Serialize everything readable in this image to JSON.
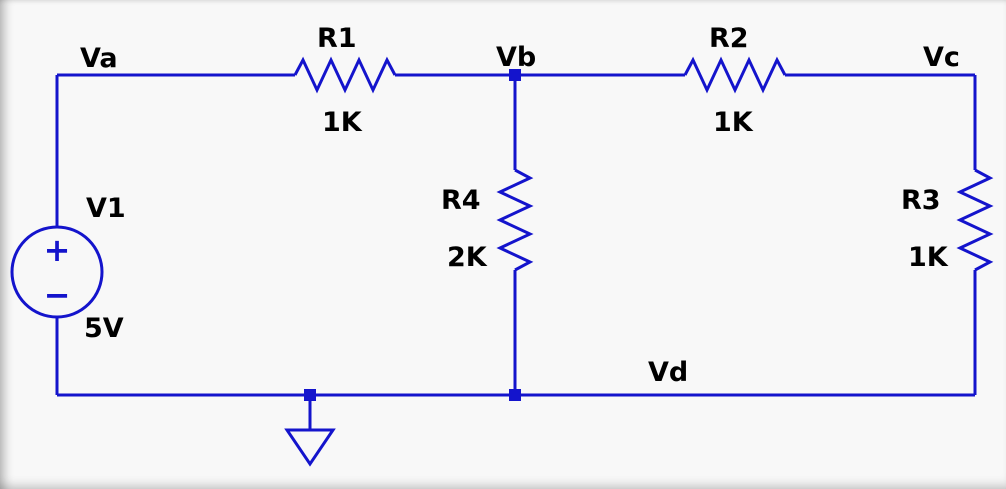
{
  "colors": {
    "wire": "#1414cc",
    "text": "#000000",
    "background": "#f8f8f8"
  },
  "circuit": {
    "node_labels": {
      "va": "Va",
      "vb": "Vb",
      "vc": "Vc",
      "vd": "Vd"
    },
    "voltage_source": {
      "name": "V1",
      "value": "5V",
      "plus_sign": "+",
      "minus_sign": "−"
    },
    "resistors": {
      "r1": {
        "name": "R1",
        "value": "1K"
      },
      "r2": {
        "name": "R2",
        "value": "1K"
      },
      "r3": {
        "name": "R3",
        "value": "1K"
      },
      "r4": {
        "name": "R4",
        "value": "2K"
      }
    }
  }
}
